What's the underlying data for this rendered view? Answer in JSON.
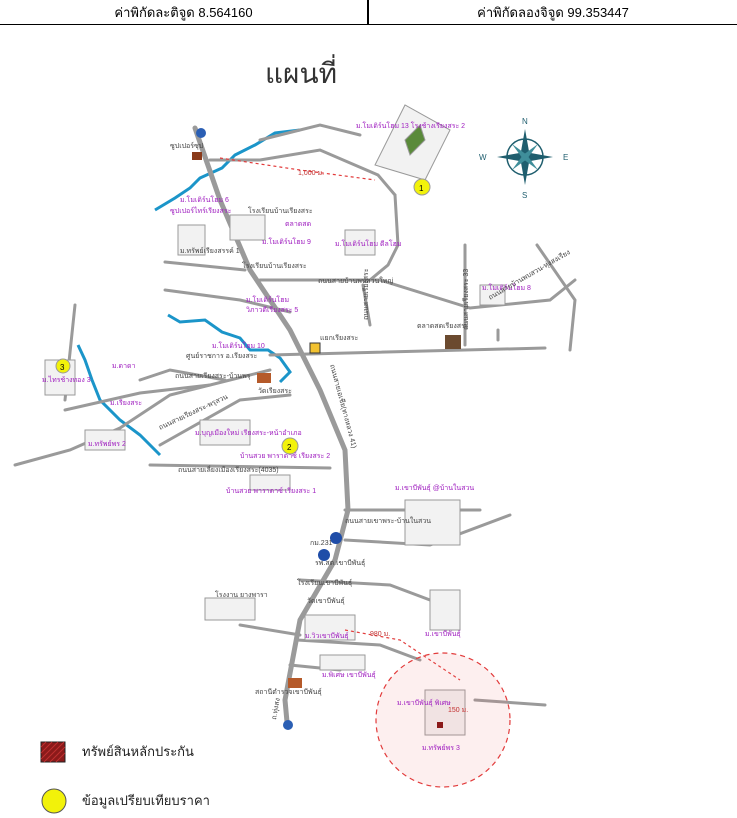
{
  "header": {
    "latitude": "ค่าพิกัดละติจูด 8.564160",
    "longitude": "ค่าพิกัดลองจิจูด 99.353447"
  },
  "title": "แผนที่",
  "compass": {
    "n": "N",
    "s": "S",
    "e": "E",
    "w": "W"
  },
  "map_labels": {
    "vil_2": "ม.โมเดิร์นโฮม 13 โรงช้างเรียงสระ 2",
    "distance_1000": "1,000 ม.",
    "zoo": "ซูปเปอร์ซุป",
    "vil_6": "ม.โมเดิร์นโฮม 6",
    "zoo2": "ซูปเปอร์ไทร์เรียงสระ",
    "school": "โรงเรียนบ้านเรียงสระ",
    "market": "ตลาดสด",
    "vil_9": "ม.โมเดิร์นโฮม 9",
    "vil_ploen": "ม.โมเดิร์นโฮม ดีลโฮม",
    "vil_1": "ม.ทรัพย์เรียงสรรค์ 1",
    "school2": "โรงเรียนบ้านเรียงสระ",
    "road_main": "ถนนสายบ้านพบสวนใหญ่",
    "vil_8": "ม.โมเดิร์นโฮม 8",
    "road_right": "ถนนสายบ้านพบสวน-ทุ่งสงเรียง",
    "road_right2": "ถนนสายเรียงสระ 33",
    "vil_home": "ม.โมเดิร์นโฮม",
    "vil_home2": "วิภาวดีเรียงสระ 5",
    "market2": "ตลาดสดเรียงสระ",
    "road_mid": "ถนนสายเรียงสระ",
    "junction": "แยกเรียงสระ",
    "vil_10": "ม.โมเดิร์นโฮม 10",
    "health": "ศูนย์ราชการ อ.เรียงสระ",
    "temple": "วัดเรียงสระ",
    "vil_3": "ม.ไทรช้างทอง 3",
    "vil_d": "ม.ดาดา",
    "road_side": "ถนนสายเรียงสระ-บ้านพรุ",
    "vil_c": "ม.เรียงสระ",
    "vil_e": "ม.ทรัพย์พร 2",
    "road_down": "ถนนสายเรียงสระ-พรุสวน",
    "vil_buri": "ม.บุญเมืองใหม่ เรียงสระ-หน้าอำเภอ",
    "vil_sh2": "บ้านสวย พาราดาซ์ เรียงสระ 2",
    "road_e": "ถนนสายเลี่ยงเมืองเรียงสระ(4035)",
    "vil_sh1": "บ้านสวย พาราดาซ์ เรียงสระ 1",
    "road_main_v": "ถนนสายเอเชีย(ทางหลวง 41)",
    "vil_f": "ม.เขาบีพันธุ์ @บ้านในสวน",
    "road_r3": "ถนนสายเขาพระ-บ้านในสวน",
    "vil_231": "กม.231",
    "hospital": "รพ.สต.เขาบีพันธุ์",
    "school3": "โรงเรียนเขาบีพันธุ์",
    "factory": "โรงงาน ยางพารา",
    "temple2": "วัดเขาบีพันธุ์",
    "vil_g": "ม.วิวเขาบีพันธุ์",
    "dist_980": "980 ม.",
    "vil_h": "ม.เขาบีพันธุ์",
    "vil_i": "ม.พิเศษ เขาบีพันธุ์",
    "station": "สถานีตำรวจเขาบีพันธุ์",
    "vil_j": "ม.เขาบีพันธุ์ พิเศษ",
    "vil_k": "ม.ทรัพย์พร 3",
    "road_bot": "ถ.ทุ่งสง",
    "dist_150": "150 ม.",
    "marker_1": "1",
    "marker_2": "2",
    "marker_3": "3"
  },
  "legend": {
    "asset": "ทรัพย์สินหลักประกัน",
    "compare": "ข้อมูลเปรียบเทียบราคา"
  },
  "colors": {
    "road": "#9a9a9a",
    "river": "#1b95c9",
    "label": "#a020c0",
    "marker": "#f2f20a",
    "asset": "#8b1a1a",
    "dash": "#e23b3b"
  }
}
